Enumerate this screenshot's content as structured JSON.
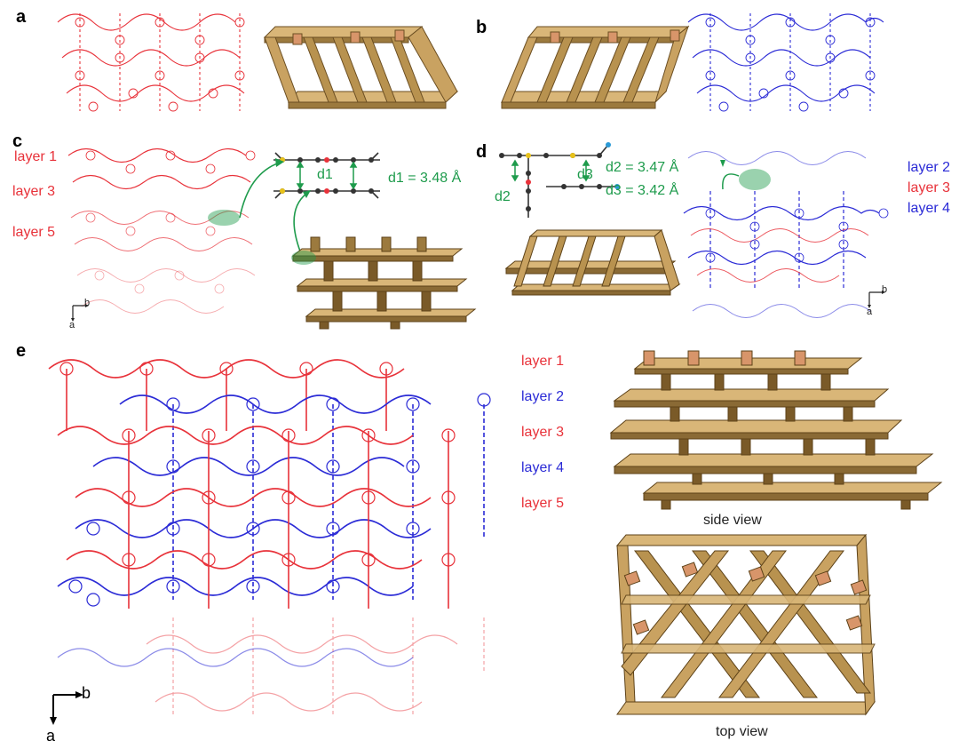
{
  "panels": {
    "a": "a",
    "b": "b",
    "c": "c",
    "d": "d",
    "e": "e"
  },
  "panel_c": {
    "layers": [
      "layer 1",
      "layer 3",
      "layer 5"
    ],
    "d1_label": "d1",
    "d1_value": "d1 = 3.48 Å",
    "axis_b": "b",
    "axis_a": "a"
  },
  "panel_d": {
    "d2_label": "d2",
    "d3_label": "d3",
    "d2_value": "d2 = 3.47 Å",
    "d3_value": "d3 = 3.42 Å",
    "layers": [
      "layer 2",
      "layer 3",
      "layer 4"
    ],
    "axis_b": "b",
    "axis_a": "a"
  },
  "panel_e": {
    "layers": [
      "layer 1",
      "layer 2",
      "layer 3",
      "layer 4",
      "layer 5"
    ],
    "side_view": "side view",
    "top_view": "top view",
    "axis_b": "b",
    "axis_a": "a"
  },
  "colors": {
    "red_net": "#e8323a",
    "blue_net": "#2b2bd6",
    "green": "#1e9b4c",
    "wood": "#b8924f",
    "wood_dark": "#8a6a35",
    "wood_light": "#d9b678"
  }
}
